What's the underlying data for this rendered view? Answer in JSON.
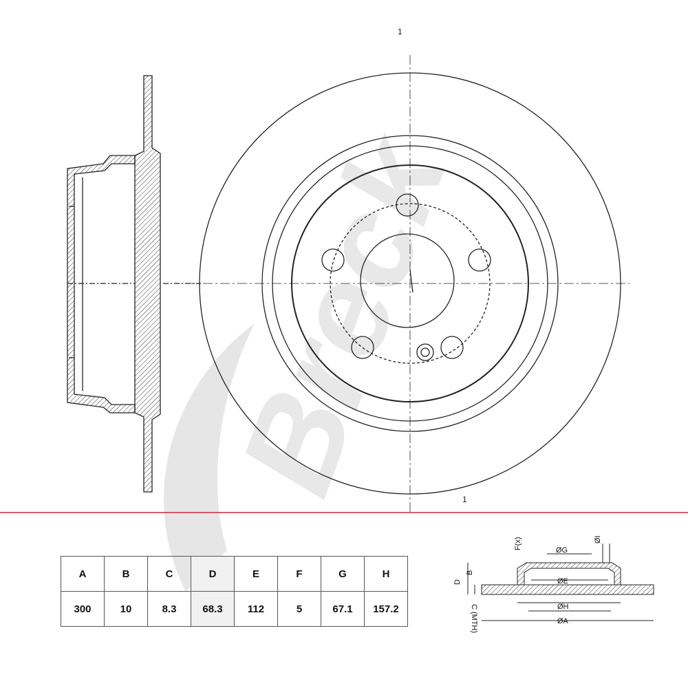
{
  "brand": {
    "wordmark": "Breck",
    "watermark_color": "#e8e8e8"
  },
  "colors": {
    "line": "#222222",
    "accent_rule": "#c8283c",
    "hatch": "#333333"
  },
  "drawing": {
    "part_number_mark": "1",
    "center_marks": [
      "1",
      "1"
    ]
  },
  "dimensions_table": {
    "headers": [
      "A",
      "B",
      "C",
      "D",
      "E",
      "F",
      "G",
      "H"
    ],
    "values": [
      "300",
      "10",
      "8.3",
      "68.3",
      "112",
      "5",
      "67.1",
      "157.2"
    ]
  },
  "key_sketch": {
    "labels": {
      "G": "ØG",
      "E": "ØE",
      "H": "ØH",
      "A": "ØA",
      "F": "F(x)",
      "I": "ØI",
      "D": "D",
      "B": "B",
      "C": "C (MTH)"
    }
  }
}
